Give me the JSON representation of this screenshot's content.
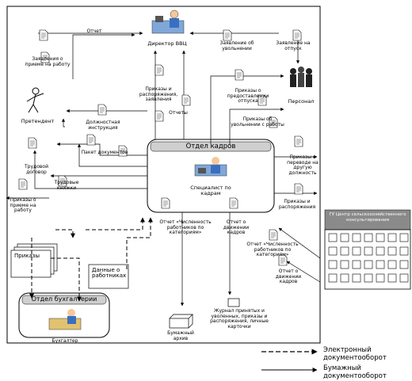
{
  "nodes": {
    "director": "Директор ВВЦ",
    "personnel": "Персонал",
    "applicant": "Претендент",
    "hr_dept": "Отдел кадров",
    "hr_specialist": "Специалист по кадрам",
    "accounting_dept": "Отдел бухгалтерии",
    "accountant": "Бухгалтер",
    "paper_archive": "Бумажный архив",
    "journals": "Журнал принятых и уволенных, приказы и распоряжения, личные карточки",
    "building_header": "ГУ Центр сельскохозяйственного консультирования"
  },
  "flows": {
    "report": "Отчет",
    "application_hire": "Заявления о приеме на работу",
    "application_dismissal": "Заявление об увольнении",
    "application_vacation": "Заявление на отпуск",
    "orders_to_director": "Приказы и распоряжения, заявления",
    "reports": "Отчеты",
    "vacation_orders": "Приказы о предоставлении отпуска",
    "dismissal_orders": "Приказы об увольнении с работы",
    "job_instruction": "Должностная инструкция",
    "documents_package": "Пакет документов",
    "labor_contract": "Трудовой договор",
    "labor_books": "Трудовые книжки",
    "transfer_orders": "Приказы о переводе на другую должность",
    "hire_orders": "Приказы о приеме на работу",
    "orders_and_directives": "Приказы и распоряжения",
    "orders": "Приказы",
    "employee_data": "Данные о работниках",
    "headcount_report_1": "Отчет «Численность работников по категориям»",
    "cash_report_1": "Отчет о движении кадров",
    "headcount_report_2": "Отчет «Численность работников по категориям»",
    "cash_report_2": "Отчет о движении кадров"
  },
  "legend": {
    "electronic": "Электронный документооборот",
    "paper": "Бумажный документооборот"
  }
}
